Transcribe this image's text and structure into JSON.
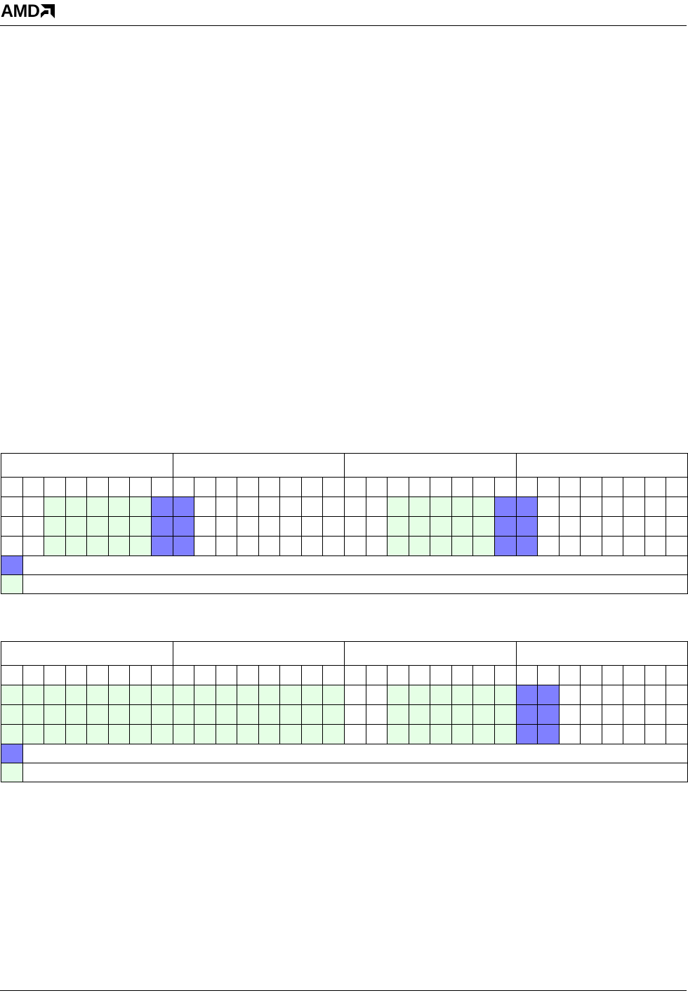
{
  "header": {
    "logo_text": "AMD",
    "logo_icon": "amd-arrow-logo-icon"
  },
  "colors": {
    "blue": "#8080ff",
    "green": "#e5ffe5",
    "white": "#ffffff",
    "border": "#000000"
  },
  "tables": [
    {
      "group_widths": [
        8,
        8,
        8,
        8
      ],
      "rows": [
        "wwwwwwwwwwwwwwwwwwwwwwwwwwwwwwww",
        "wwgggggbbwwwwwwwwwgggggbbwwwwwww",
        "wwgggggbbwwwwwwwwwgggggbbwwwwwww",
        "wwgggggbbwwwwwwwwwgggggbbwwwwwww"
      ],
      "legend": [
        "b",
        "g"
      ]
    },
    {
      "group_widths": [
        8,
        8,
        8,
        8
      ],
      "rows": [
        "wwwwwwwwwwwwwwwwwwwwwwwwwwwwwwww",
        "ggggggggggggggggwwggggggbbwwwwww",
        "ggggggggggggggggwwggggggbbwwwwww",
        "ggggggggggggggggwwggggggbbwwwwww"
      ],
      "legend": [
        "b",
        "g"
      ]
    }
  ]
}
